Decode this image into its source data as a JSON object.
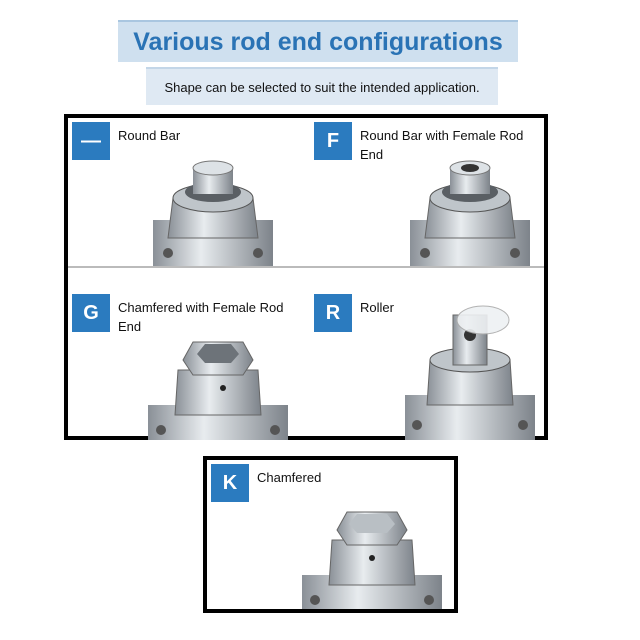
{
  "header": {
    "title": "Various rod end configurations",
    "subtitle": "Shape can be selected to suit the intended application."
  },
  "options": [
    {
      "code": "—",
      "label": "Round Bar"
    },
    {
      "code": "F",
      "label": "Round Bar with Female Rod End"
    },
    {
      "code": "G",
      "label": "Chamfered with Female Rod End"
    },
    {
      "code": "R",
      "label": "Roller"
    },
    {
      "code": "K",
      "label": "Chamfered"
    }
  ],
  "colors": {
    "title": "#2a73b5",
    "badge": "#2b7bbf",
    "title_bg": "#cfe0ef",
    "subtitle_bg": "#dfe9f3"
  },
  "icons": [
    "round-bar-rod-end-image",
    "female-rod-end-image",
    "chamfered-female-rod-end-image",
    "roller-rod-end-image",
    "chamfered-rod-end-image"
  ]
}
